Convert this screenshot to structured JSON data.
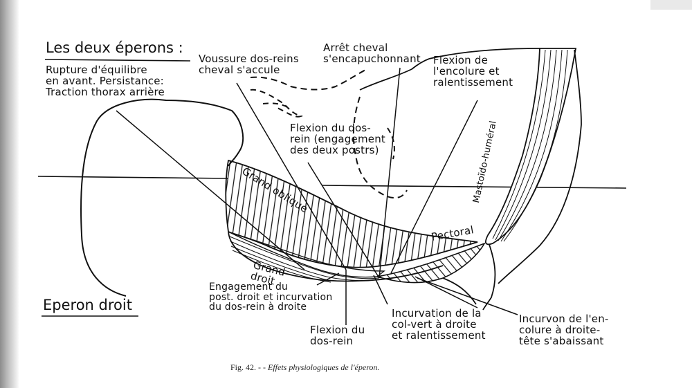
{
  "title": "Les deux éperons :",
  "labels": {
    "rupture": "Rupture d'équilibre\nen avant. Persistance:\nTraction thorax arrière",
    "voussure": "Voussure dos-reins\ncheval s'accule",
    "arret": "Arrêt cheval\ns'encapuchonnant",
    "flexion_encolure": "Flexion de\nl'encolure et\nralentissement",
    "flexion_dos": "Flexion du dos-\nrein (engagement\ndes deux postrs)",
    "grand_oblique": "Grand oblique",
    "mastoido": "Mastoïdo-huméral",
    "pectoral": "Pectoral",
    "grand_droit": "Grand\ndroit",
    "engagement": "Engagement du\npost. droit et incurvation\ndu dos-rein à droite",
    "flexion_dos_rein": "Flexion du\ndos-rein",
    "incurvation": "Incurvation de la\ncol-vert à droite\net ralentissement",
    "incurv_encolure": "Incurvon de l'en-\ncolure à droite-\ntête s'abaissant",
    "eperon_droit": "Eperon droit"
  },
  "caption": {
    "fig": "Fig. 42.",
    "text": " - - Effets physiologiques de l'éperon."
  }
}
